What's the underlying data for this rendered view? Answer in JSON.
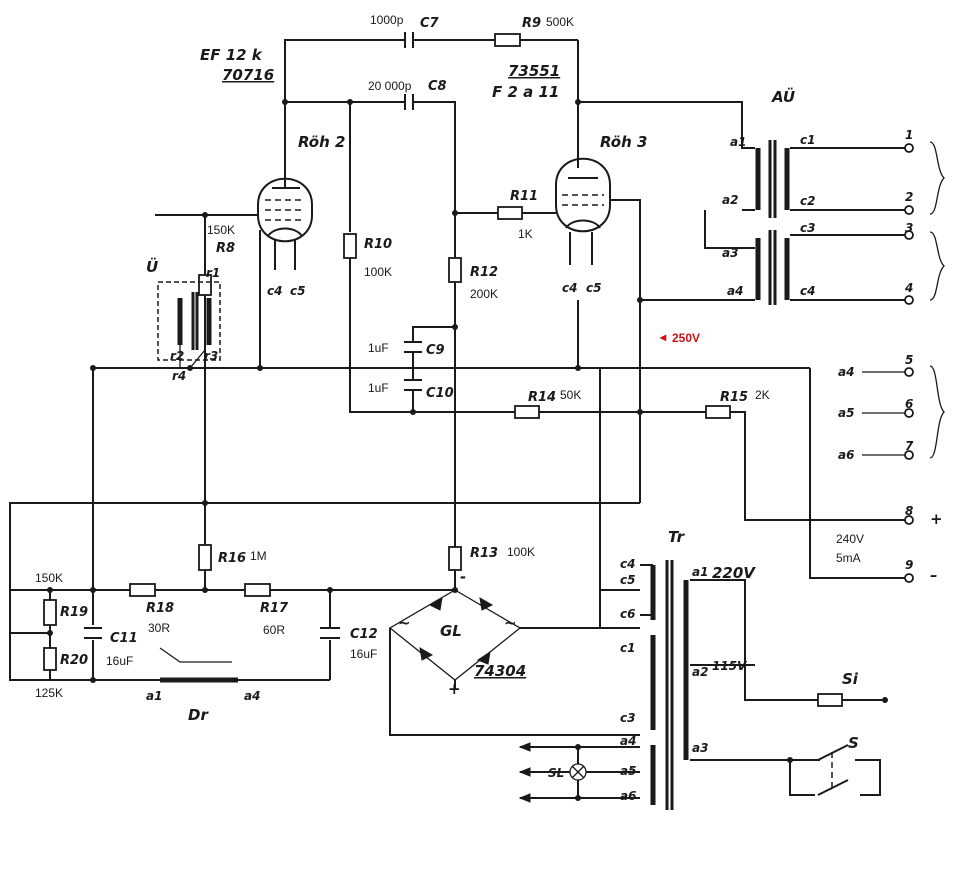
{
  "tube_left": {
    "name": "Röh 2",
    "type": "EF 12 k",
    "code": "70716",
    "pin_a": "c4",
    "pin_b": "c5"
  },
  "tube_right": {
    "name": "Röh 3",
    "code": "73551",
    "code2": "F 2 a 11",
    "pin_a": "c4",
    "pin_b": "c5"
  },
  "output_transformer": {
    "name": "AÜ",
    "primary": [
      "a1",
      "a2",
      "a3",
      "a4"
    ],
    "secondary": [
      "c1",
      "c2",
      "c3",
      "c4"
    ]
  },
  "input_transformer": {
    "name": "Ü",
    "pins": [
      "r1",
      "r2",
      "r3",
      "r4"
    ]
  },
  "capacitors": {
    "c7": {
      "label": "C7",
      "value": "1000p"
    },
    "c8": {
      "label": "C8",
      "value": "20 000p"
    },
    "c9": {
      "label": "C9",
      "value": "1uF"
    },
    "c10": {
      "label": "C10",
      "value": "1uF"
    },
    "c11": {
      "label": "C11",
      "value": "16uF"
    },
    "c12": {
      "label": "C12",
      "value": "16uF"
    }
  },
  "resistors": {
    "r8": {
      "label": "R8",
      "value": "150K"
    },
    "r9": {
      "label": "R9",
      "value": "500K"
    },
    "r10": {
      "label": "R10",
      "value": "100K"
    },
    "r11": {
      "label": "R11",
      "value": "1K"
    },
    "r12": {
      "label": "R12",
      "value": "200K"
    },
    "r13": {
      "label": "R13",
      "value": "100K"
    },
    "r14": {
      "label": "R14",
      "value": "50K"
    },
    "r15": {
      "label": "R15",
      "value": "2K"
    },
    "r16": {
      "label": "R16",
      "value": "1M"
    },
    "r17": {
      "label": "R17",
      "value": "60R"
    },
    "r18": {
      "label": "R18",
      "value": "30R"
    },
    "r19": {
      "label": "R19",
      "value": "150K"
    },
    "r20": {
      "label": "R20",
      "value": "125K"
    }
  },
  "annotations": {
    "b_plus": "250V",
    "supply_v": "240V",
    "supply_i": "5mA"
  },
  "terminals": [
    "1",
    "2",
    "3",
    "4",
    "5",
    "6",
    "7",
    "8",
    "9"
  ],
  "terminal_taps": [
    "a4",
    "a5",
    "a6"
  ],
  "terminal_signs": {
    "plus": "+",
    "minus": "–"
  },
  "rectifier": {
    "label": "GL",
    "code": "74304",
    "ac": "~",
    "plus": "+",
    "minus": "-"
  },
  "choke": {
    "label": "Dr",
    "pin_a": "a1",
    "pin_b": "a4"
  },
  "mains_transformer": {
    "name": "Tr",
    "primary": [
      "a1",
      "a2",
      "a3"
    ],
    "v220": "220V",
    "v115": "115V",
    "secondary": [
      "c4",
      "c5",
      "c6",
      "c1",
      "c3",
      "a4",
      "a5",
      "a6"
    ]
  },
  "fuse": "Si",
  "switch": "S",
  "lamp": "SL"
}
